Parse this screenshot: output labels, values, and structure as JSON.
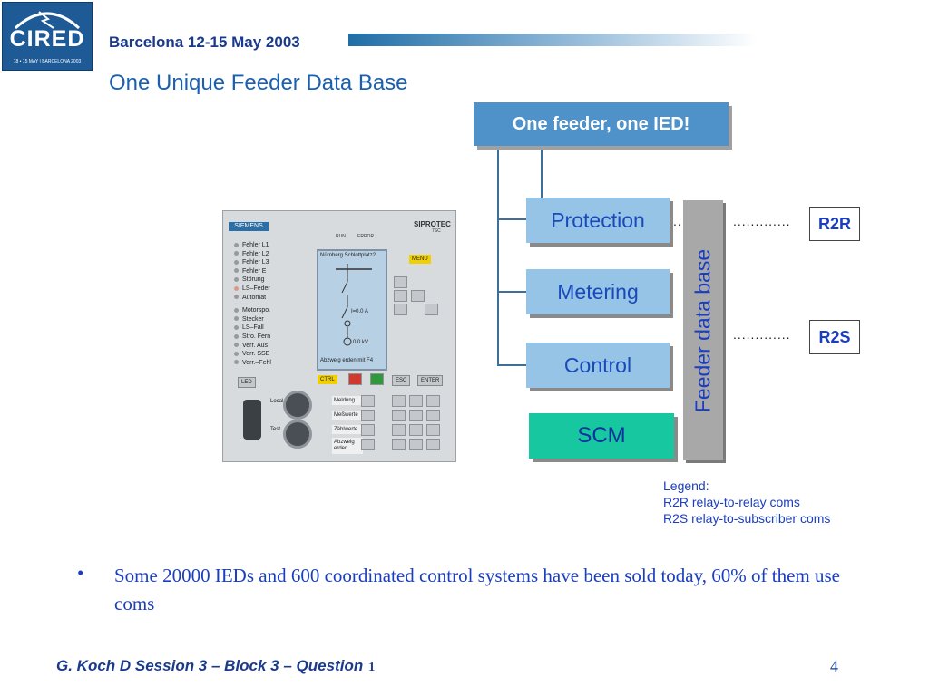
{
  "header": {
    "logo_text": "CIRED",
    "logo_subtext": "18 • 15 MAY | BARCELONA 2003",
    "conference": "Barcelona  12-15 May 2003",
    "title": "One Unique Feeder Data Base"
  },
  "diagram": {
    "banner": "One feeder, one IED!",
    "functions": [
      "Protection",
      "Metering",
      "Control"
    ],
    "scm": "SCM",
    "database": "Feeder data base",
    "tags": {
      "r2r": "R2R",
      "r2s": "R2S"
    },
    "connector_dots": "............."
  },
  "device": {
    "brand": "SIEMENS",
    "model": "SIPROTEC",
    "model_sub": "7SC",
    "run_label": "RUN",
    "error_label": "ERROR",
    "menu_label": "MENU",
    "led_labels": [
      "Fehler L1",
      "Fehler L2",
      "Fehler L3",
      "Fehler E",
      "Störung",
      "LS–Feder",
      "Automat",
      "Motorspo.",
      "Stecker",
      "LS–Fall",
      "Stro. Fern",
      "Verr. Aus",
      "Verr. SSE",
      "Verr.–Fehl"
    ],
    "screen_top": "Nürnberg Schlottplatz2",
    "screen_bottom": "Abzweig erden mit F4",
    "screen_value_1": "I=0.0 A",
    "screen_value_2": "0.0 kV",
    "func_keys": [
      "Meldung",
      "Meßwerte",
      "Zählwerte",
      "Abzweig erden"
    ],
    "bottom_keys": [
      "LED",
      "CTRL",
      "ESC",
      "ENTER"
    ],
    "side_labels": [
      "Local",
      "Test"
    ]
  },
  "legend": {
    "title": "Legend:",
    "line1": "R2R relay-to-relay coms",
    "line2": "R2S relay-to-subscriber coms"
  },
  "body": {
    "bullet": "•",
    "text": "Some 20000 IEDs and 600 coordinated control systems have been sold today, 60% of them use coms"
  },
  "footer": {
    "text": "G. Koch  D  Session 3   – Block 3 – Question",
    "number": "1",
    "page": "4"
  },
  "colors": {
    "title_blue": "#1a5fb0",
    "banner": "#4f92c9",
    "function_box": "#95c4e6",
    "scm_box": "#16c7a0",
    "database": "#a8a8a8"
  }
}
